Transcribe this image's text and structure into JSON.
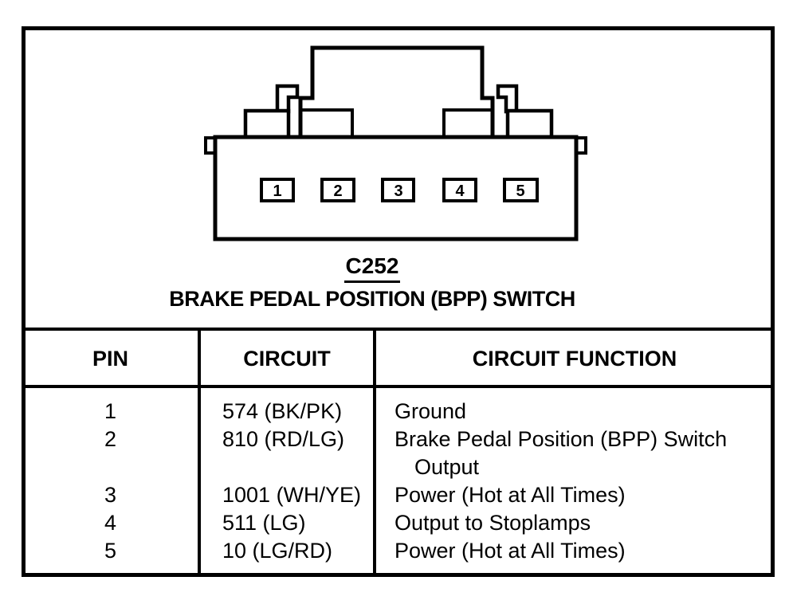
{
  "page": {
    "background": "#ffffff",
    "ink": "#000000"
  },
  "connector": {
    "id": "C252",
    "name": "BRAKE PEDAL POSITION (BPP) SWITCH",
    "pins": [
      "1",
      "2",
      "3",
      "4",
      "5"
    ]
  },
  "table": {
    "headers": {
      "pin": "PIN",
      "circuit": "CIRCUIT",
      "function": "CIRCUIT FUNCTION"
    },
    "rows": [
      {
        "pin": "1",
        "circuit": "574 (BK/PK)",
        "function": "Ground",
        "function_line2": ""
      },
      {
        "pin": "2",
        "circuit": "810 (RD/LG)",
        "function": "Brake Pedal Position (BPP) Switch",
        "function_line2": "Output"
      },
      {
        "pin": "3",
        "circuit": "1001 (WH/YE)",
        "function": "Power (Hot at All Times)",
        "function_line2": ""
      },
      {
        "pin": "4",
        "circuit": "511 (LG)",
        "function": "Output to Stoplamps",
        "function_line2": ""
      },
      {
        "pin": "5",
        "circuit": "10 (LG/RD)",
        "function": "Power (Hot at All Times)",
        "function_line2": ""
      }
    ]
  }
}
